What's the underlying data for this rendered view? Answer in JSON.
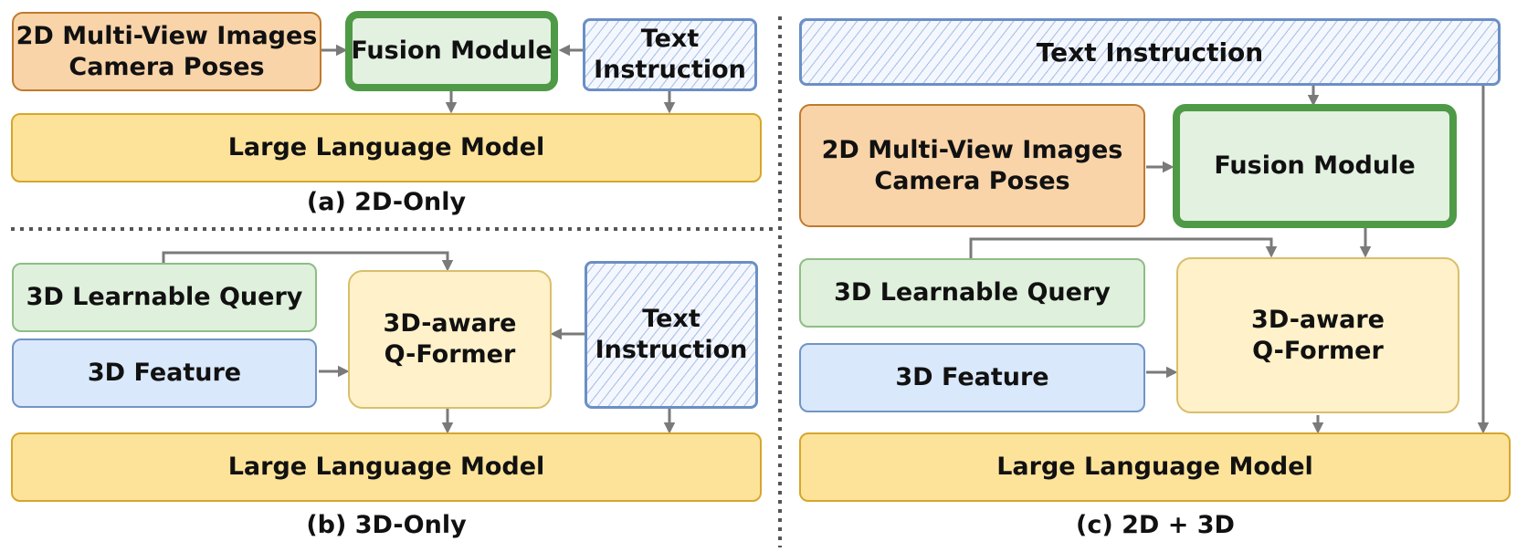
{
  "panel_a": {
    "images_line1": "2D Multi-View Images",
    "images_line2": "Camera Poses",
    "fusion": "Fusion Module",
    "text_line1": "Text",
    "text_line2": "Instruction",
    "llm": "Large Language Model",
    "caption": "(a) 2D-Only"
  },
  "panel_b": {
    "query": "3D Learnable Query",
    "feature": "3D Feature",
    "qformer_line1": "3D-aware",
    "qformer_line2": "Q-Former",
    "text_line1": "Text",
    "text_line2": "Instruction",
    "llm": "Large Language Model",
    "caption": "(b) 3D-Only"
  },
  "panel_c": {
    "text": "Text Instruction",
    "images_line1": "2D Multi-View Images",
    "images_line2": "Camera Poses",
    "fusion": "Fusion Module",
    "query": "3D Learnable Query",
    "feature": "3D Feature",
    "qformer_line1": "3D-aware",
    "qformer_line2": "Q-Former",
    "llm": "Large Language Model",
    "caption": "(c) 2D + 3D"
  },
  "colors": {
    "orange_fill": "#f9d4a9",
    "yellow_fill": "#fde39a",
    "green_fill": "#dff0dc",
    "fusion_border": "#4f9a47",
    "blue_fill": "#d9e8fb",
    "qformer_fill": "#fff1c9",
    "hatch_border": "#6b8fc6",
    "arrow": "#7a7a7a"
  }
}
